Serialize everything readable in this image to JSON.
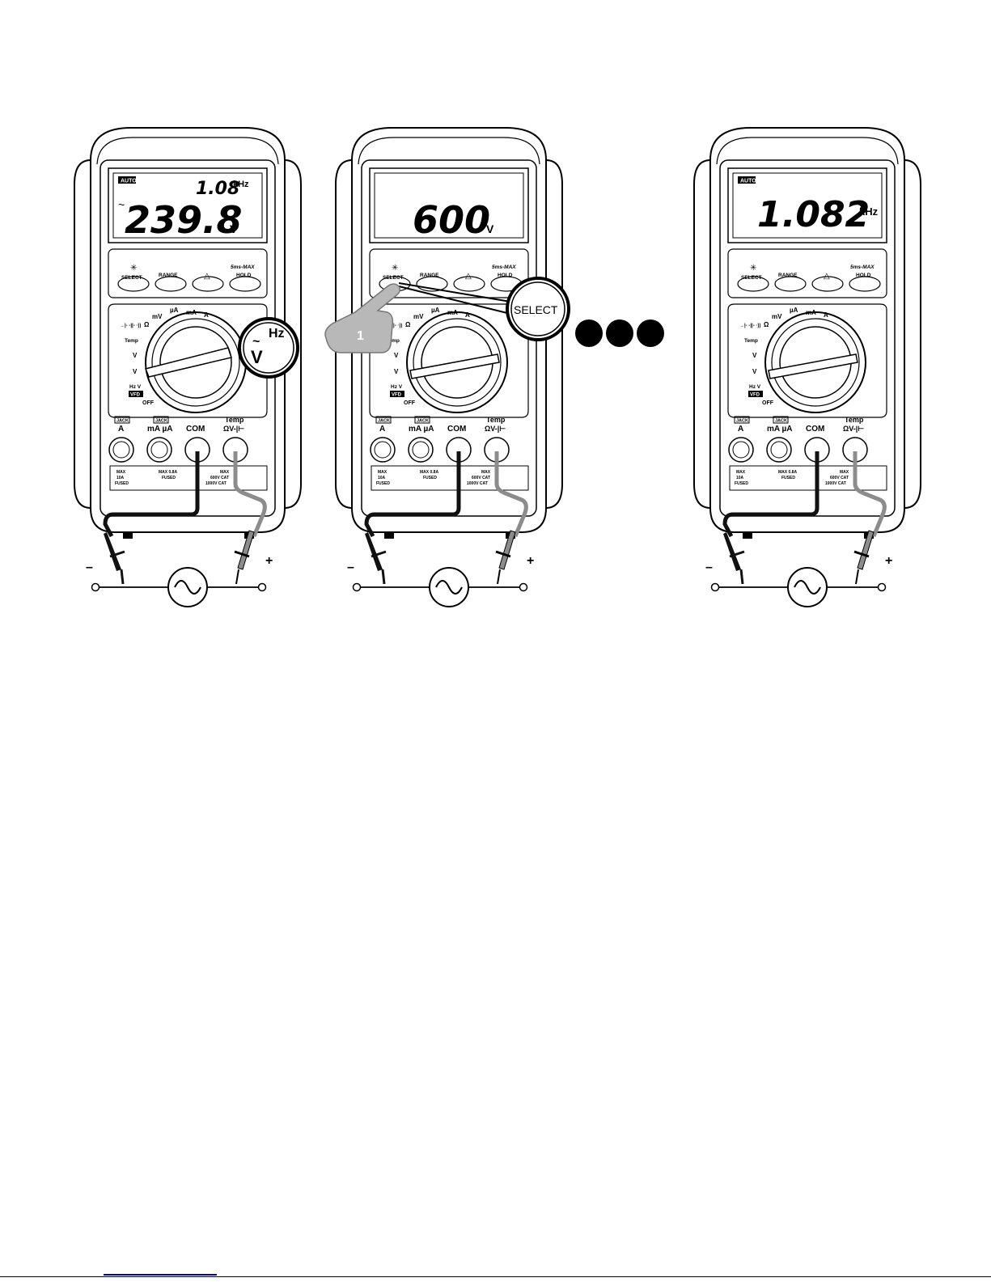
{
  "meters": [
    {
      "auto_label": "AUTO",
      "sub_value": "1.08",
      "sub_unit": "kHz",
      "ac_mark": "~",
      "main_value": "239.8",
      "main_unit": "V"
    },
    {
      "auto_label": "",
      "sub_value": "",
      "sub_unit": "",
      "ac_mark": "",
      "main_value": "600",
      "main_unit": "V"
    },
    {
      "auto_label": "AUTO",
      "sub_value": "",
      "sub_unit": "",
      "ac_mark": "",
      "main_value": "1.082",
      "main_unit": "kHz"
    }
  ],
  "buttons": {
    "select": "SELECT",
    "range": "RANGE",
    "delta": "△",
    "hold_top": "5ms-MAX",
    "hold_bottom": "HOLD"
  },
  "dial_labels": {
    "row1": "mV",
    "ua": "µA",
    "ma": "mA",
    "a": "A",
    "ohm": "Ω",
    "diode": "→|- -||- ·))",
    "temp": "Temp",
    "vdc": "V",
    "lowz": "V",
    "hzv": "Hz V",
    "vfd": "VFD",
    "off": "OFF"
  },
  "terminals": {
    "jack": "JACK",
    "a": "A",
    "maua": "mA µA",
    "com": "COM",
    "temp": "Temp",
    "ohmv": "ΩV-|⊢"
  },
  "ratings": {
    "a": [
      "MAX",
      "10A",
      "FUSED"
    ],
    "maua": [
      "MAX 0.8A",
      "FUSED"
    ],
    "com": [
      "MAX",
      "600V CAT",
      "1000V CAT"
    ]
  },
  "probes": {
    "neg": "–",
    "pos": "+"
  },
  "callouts": {
    "mode_hz": "Hz",
    "mode_v": "V",
    "mode_tilde": "~",
    "select": "SELECT",
    "step": "1"
  },
  "colors": {
    "lead_black": "#111111",
    "lead_gray": "#8c8c8c",
    "link_blue": "#0000cc"
  }
}
